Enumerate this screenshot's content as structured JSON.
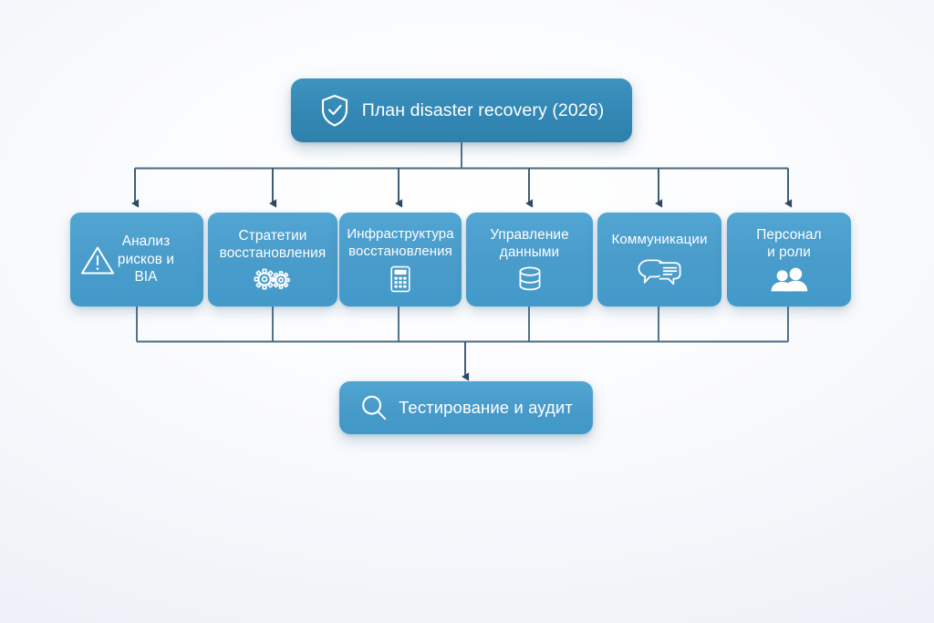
{
  "diagram": {
    "title_node": {
      "label": "План disaster recovery (2026)",
      "icon": "shield-check-icon"
    },
    "branches": [
      {
        "label_line1": "Анализ",
        "label_line2": "рисков и",
        "label_line3": "BIA",
        "icon": "warning-triangle-icon"
      },
      {
        "label_line1": "Стратетии",
        "label_line2": "восстановления",
        "label_line3": "",
        "icon": "gears-icon"
      },
      {
        "label_line1": "Инфраструктура",
        "label_line2": "восстановления",
        "label_line3": "",
        "icon": "calculator-icon"
      },
      {
        "label_line1": "Управление",
        "label_line2": "данными",
        "label_line3": "",
        "icon": "database-icon"
      },
      {
        "label_line1": "Коммуникации",
        "label_line2": "",
        "label_line3": "",
        "icon": "speech-bubbles-icon"
      },
      {
        "label_line1": "Персонал",
        "label_line2": "и роли",
        "label_line3": "",
        "icon": "people-icon"
      }
    ],
    "footer_node": {
      "label": "Тестирование и аудит",
      "icon": "magnifier-icon"
    },
    "colors": {
      "background": "#f8f9fc",
      "root_fill": "#3387b4",
      "leaf_fill": "#4a9ccb",
      "footer_fill": "#489bca",
      "connector": "#2e4a63",
      "text": "#ffffff"
    }
  }
}
